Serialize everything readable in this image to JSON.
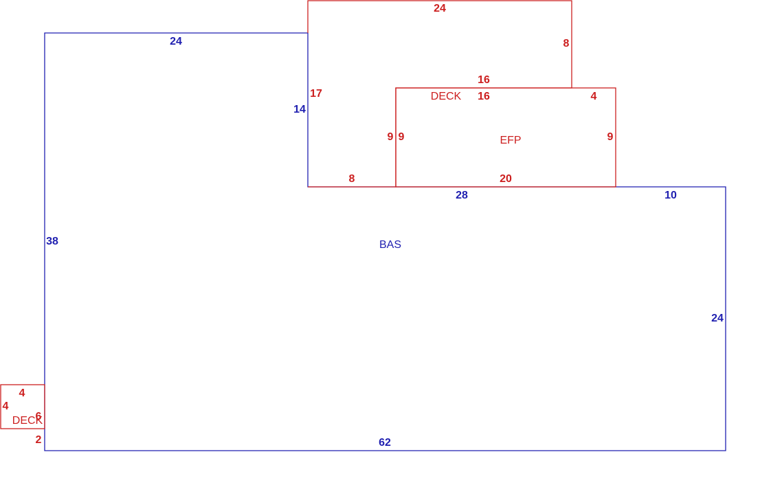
{
  "colors": {
    "main_structure": "#1f1fb0",
    "additions": "#cc1f1f",
    "background": "#ffffff"
  },
  "areas": {
    "bas": {
      "name": "BAS"
    },
    "efp": {
      "name": "EFP"
    },
    "deck_top": {
      "name": "DECK"
    },
    "deck_left": {
      "name": "DECK"
    }
  },
  "dimensions": {
    "bas_top": "24",
    "bas_left": "38",
    "bas_inner_vertical": "14",
    "bas_inner_top": "28",
    "bas_step_top": "10",
    "bas_right": "24",
    "bas_bottom": "62",
    "deck_top_top": "24",
    "deck_top_right": "8",
    "deck_top_left": "17",
    "deck_top_inner_top": "16",
    "deck_top_inner_vertical": "9",
    "deck_top_bottom": "8",
    "efp_top": "16",
    "efp_top_right": "4",
    "efp_left": "9",
    "efp_right": "9",
    "efp_bottom": "20",
    "deck_left_top": "4",
    "deck_left_left": "4",
    "deck_left_right": "6",
    "deck_left_bottom": "2"
  }
}
